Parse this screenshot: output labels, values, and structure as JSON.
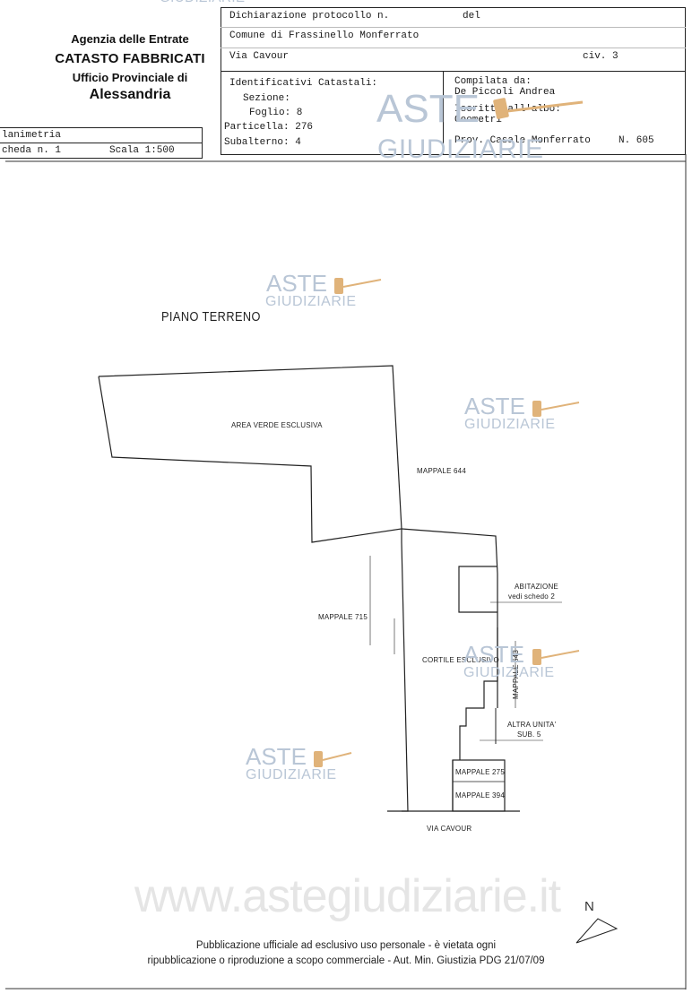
{
  "agency": {
    "line1": "Agenzia delle Entrate",
    "line2": "CATASTO FABBRICATI",
    "line3": "Ufficio Provinciale di",
    "line4": "Alessandria"
  },
  "header": {
    "dichiarazione": "Dichiarazione protocollo n.",
    "del": "del",
    "comune": "Comune di Frassinello Monferrato",
    "via": "Via Cavour",
    "civ": "civ. 3"
  },
  "identificativi": {
    "title": "Identificativi Catastali:",
    "sezione": "Sezione:",
    "foglio": "Foglio: 8",
    "particella": "Particella: 276",
    "subalterno": "Subalterno: 4"
  },
  "compilata": {
    "title": "Compilata da:",
    "name": "De Piccoli Andrea",
    "iscritto": "Iscritto all'albo:",
    "albo": "Geometri",
    "prov": "Prov. Casale Monferrato",
    "numero": "N. 605"
  },
  "scheda": {
    "planimetria": "lanimetria",
    "scheda": "cheda n. 1",
    "scala": "Scala 1:500"
  },
  "plan": {
    "floor": "PIANO TERRENO",
    "labels": {
      "area_verde": "AREA VERDE ESCLUSIVA",
      "mappale_644": "MAPPALE 644",
      "mappale_715": "MAPPALE 715",
      "abitazione": "ABITAZIONE",
      "vedi_schedo": "vedi schedo 2",
      "cortile": "CORTILE ESCLUSIVO",
      "mappale_643": "MAPPALE 643",
      "altra_unita": "ALTRA UNITA'",
      "sub5": "SUB. 5",
      "mappale_275": "MAPPALE 275",
      "mappale_394": "MAPPALE 394",
      "via_cavour": "VIA CAVOUR"
    },
    "north": "N"
  },
  "watermark": {
    "aste": "ASTE",
    "giudiziarie": "GIUDIZIARIE",
    "site": "www.astegiudiziarie.it"
  },
  "footer": {
    "line1": "Pubblicazione ufficiale ad esclusivo uso personale - è vietata ogni",
    "line2": "ripubblicazione o riproduzione a scopo commerciale - Aut. Min. Giustizia PDG 21/07/09"
  },
  "colors": {
    "watermark": "#b9c6d6",
    "gavel": "#e0b37a",
    "ink": "#1a1a1a"
  }
}
